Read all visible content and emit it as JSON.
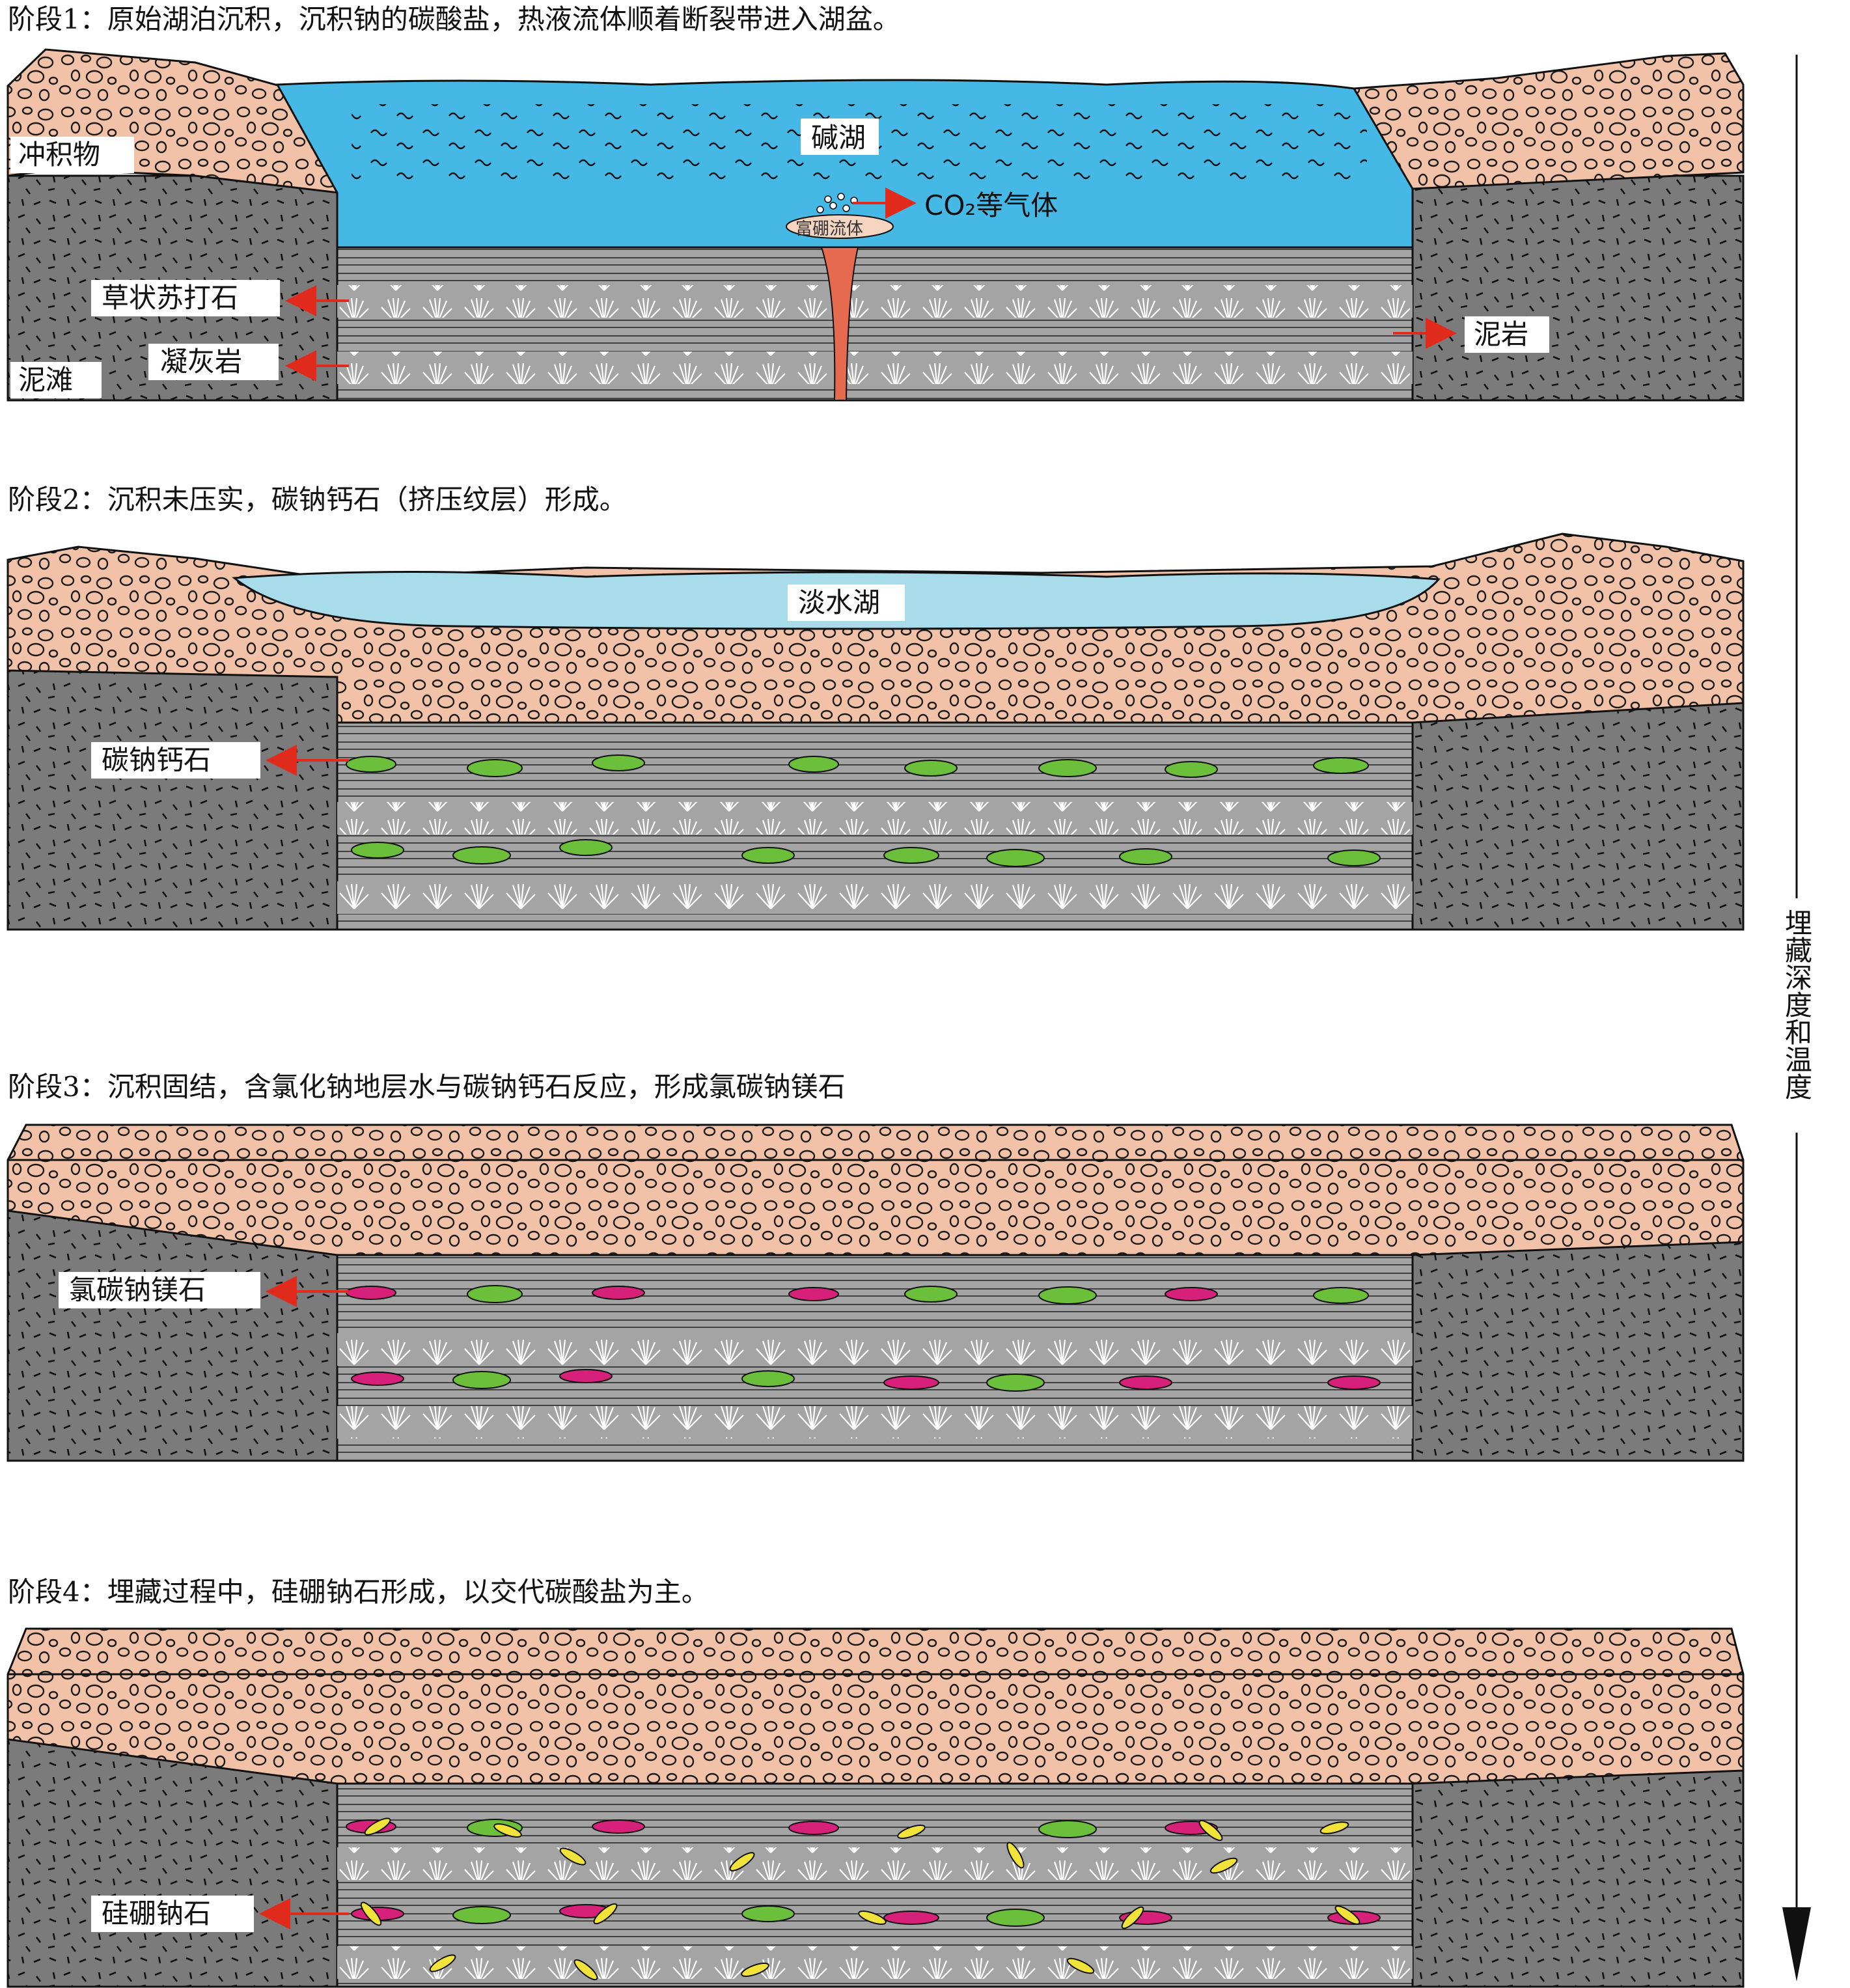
{
  "stages": [
    {
      "title": "阶段1：原始湖泊沉积，沉积钠的碳酸盐，热液流体顺着断裂带进入湖盆。",
      "labels": {
        "alluvium": "冲积物",
        "mudflat": "泥滩",
        "lake": "碱湖",
        "gas": "CO₂等气体",
        "fluid": "富硼流体",
        "trona": "草状苏打石",
        "tuff": "凝灰岩",
        "mudstone": "泥岩"
      }
    },
    {
      "title": "阶段2：沉积未压实，碳钠钙石（挤压纹层）形成。",
      "labels": {
        "lake": "淡水湖",
        "mineral": "碳钠钙石"
      }
    },
    {
      "title": "阶段3：沉积固结，含氯化钠地层水与碳钠钙石反应，形成氯碳钠镁石",
      "labels": {
        "mineral": "氯碳钠镁石"
      }
    },
    {
      "title": "阶段4：埋藏过程中，硅硼钠石形成，以交代碳酸盐为主。",
      "labels": {
        "mineral": "硅硼钠石"
      }
    }
  ],
  "axis_label": "埋藏深度和温度",
  "colors": {
    "conglomerate": "#f2c2a8",
    "lake_alkaline": "#45b8e6",
    "lake_fresh": "#a9dcea",
    "rock_gray": "#7b7b7b",
    "layer_gray": "#a4a4a4",
    "fluid_red": "#e66a50",
    "arrow_red": "#e02a1c",
    "green_mineral": "#6cbf3a",
    "magenta_mineral": "#d6207a",
    "yellow_mineral": "#f2e33a"
  }
}
